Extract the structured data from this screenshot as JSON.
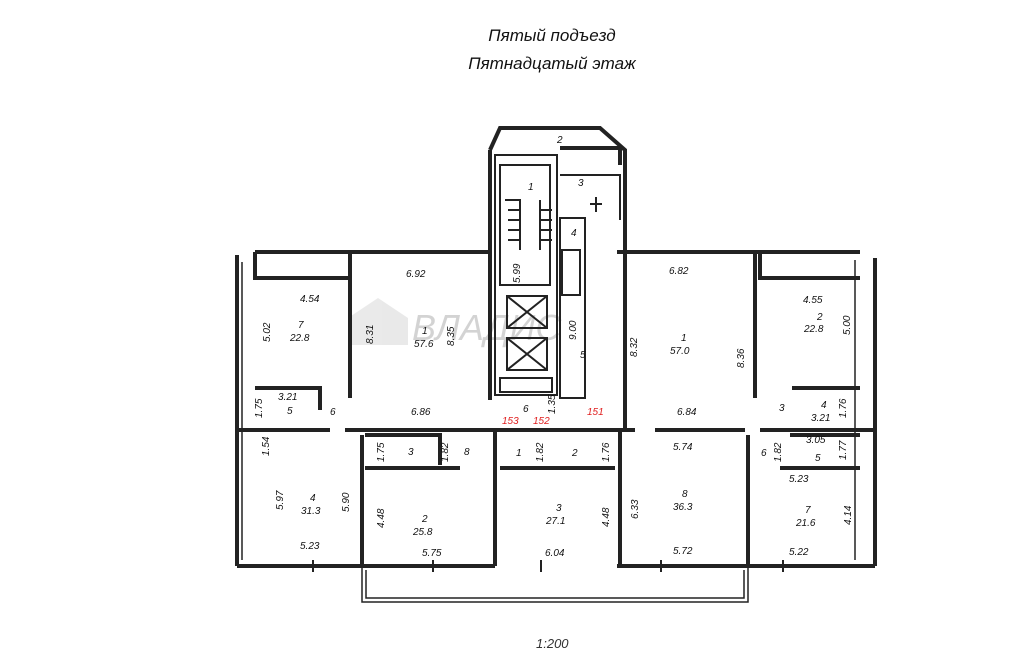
{
  "header": {
    "entrance": "Пятый подъезд",
    "floor": "Пятнадцатый этаж"
  },
  "scale": "1:200",
  "watermark": "ВЛАДИС",
  "colors": {
    "wall": "#222222",
    "red_label": "#e02020",
    "text": "#111111"
  },
  "labels": {
    "core": {
      "r1": "1",
      "r2": "2",
      "r3": "3",
      "r4": "4",
      "r5": "5",
      "r6": "6",
      "d599": "5.99",
      "d900": "9.00",
      "d135": "1.35"
    },
    "left_apt": {
      "w692": "6.92",
      "r1": "1",
      "a576": "57.6",
      "d831": "8.31",
      "d835": "8.35",
      "w454": "4.54",
      "r7": "7",
      "a228": "22.8",
      "d502": "5.02",
      "w321": "3.21",
      "r5": "5",
      "d175": "1.75",
      "r6": "6",
      "w686": "6.86",
      "d154": "1.54",
      "r4": "4",
      "a313": "31.3",
      "d597": "5.97",
      "d590": "5.90",
      "w523": "5.23",
      "d175b": "1.75",
      "r3": "3",
      "d182": "1.82",
      "r8": "8",
      "r2": "2",
      "a258": "25.8",
      "d448": "4.48",
      "w575": "5.75"
    },
    "mid_apt": {
      "r1": "1",
      "d182": "1.82",
      "r2": "2",
      "d176": "1.76",
      "r3": "3",
      "a271": "27.1",
      "d448": "4.48",
      "w604": "6.04"
    },
    "right_apt": {
      "w682": "6.82",
      "r1": "1",
      "a570": "57.0",
      "d832": "8.32",
      "d836": "8.36",
      "w455": "4.55",
      "r2": "2",
      "a228": "22.8",
      "d500": "5.00",
      "r3": "3",
      "r4": "4",
      "w321": "3.21",
      "d176": "1.76",
      "w684": "6.84",
      "w574": "5.74",
      "r6": "6",
      "w305": "3.05",
      "d177": "1.77",
      "d182": "1.82",
      "r5": "5",
      "w523": "5.23",
      "d633": "6.33",
      "r8": "8",
      "a363": "36.3",
      "w572": "5.72",
      "r7": "7",
      "a216": "21.6",
      "d414": "4.14",
      "w522": "5.22"
    },
    "flats": {
      "f153": "153",
      "f152": "152",
      "f151": "151"
    }
  }
}
